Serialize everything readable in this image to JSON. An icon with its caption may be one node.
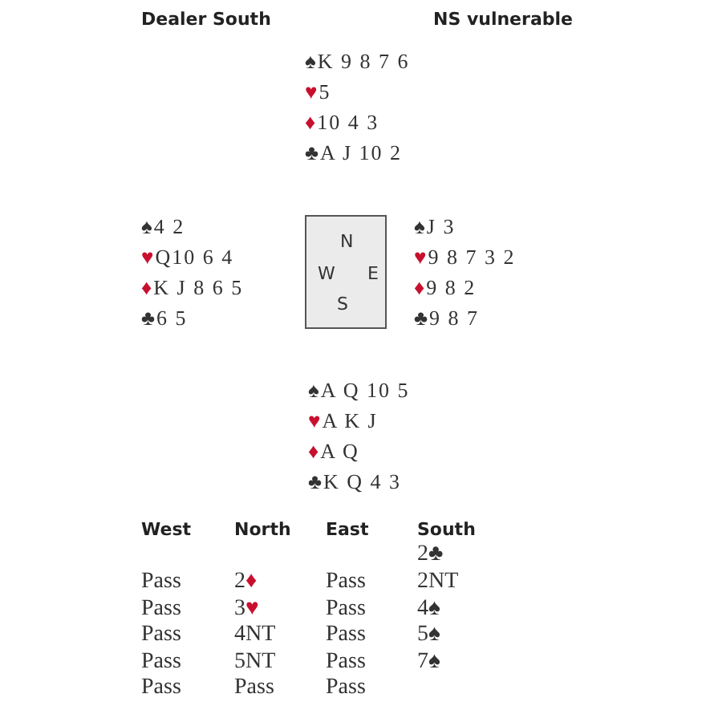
{
  "diagram": {
    "nodes": [
      {
        "text": [
          "N",
          "W",
          "E",
          "S"
        ]
      }
    ],
    "labels": [
      "Dealer South",
      "NS vulnerable",
      "♠K 9 8 7 6",
      "♥5",
      "♦10 4 3",
      "♣A J 10 2",
      "♠4 2",
      "♠J 3",
      "♥Q10 6 4",
      "♥9 8 7 3 2",
      "♦K J 8 6 5",
      "♦9 8 2",
      "♣6 5",
      "♣9 8 7",
      "♠A Q 10 5",
      "♥A K J",
      "♦A Q",
      "♣K Q 4 3",
      "West",
      "North",
      "East",
      "South",
      "2♣",
      "Pass",
      "2♦",
      "Pass",
      "2NT",
      "Pass",
      "3♥",
      "Pass",
      "4♠",
      "Pass",
      "4NT",
      "Pass",
      "5♠",
      "Pass",
      "5NT",
      "Pass",
      "7♠",
      "Pass",
      "Pass",
      "Pass"
    ]
  }
}
